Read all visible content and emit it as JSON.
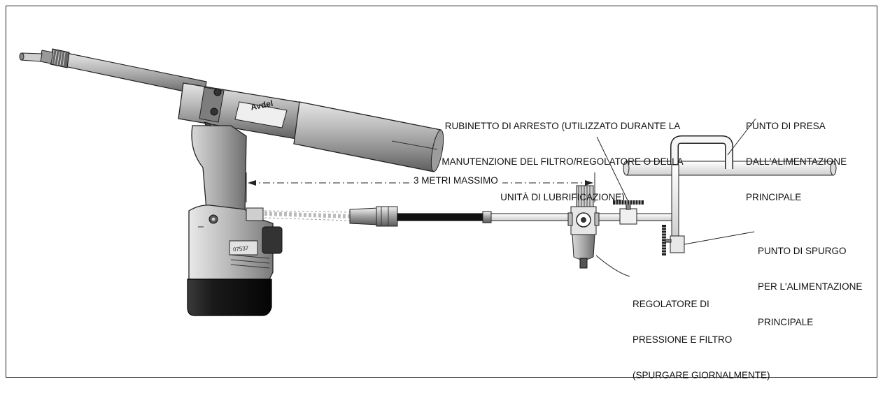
{
  "labels": {
    "shutoff_valve": [
      "RUBINETTO DI ARRESTO (UTILIZZATO DURANTE LA",
      "MANUTENZIONE DEL FILTRO/REGOLATORE O DELLA",
      "UNITÀ DI LUBRIFICAZIONE)"
    ],
    "take_off": [
      "PUNTO DI PRESA",
      "DALL'ALIMENTAZIONE",
      "PRINCIPALE"
    ],
    "max_distance": "3 METRI MASSIMO",
    "drain_point": [
      "PUNTO DI SPURGO",
      "PER L'ALIMENTAZIONE",
      "PRINCIPALE"
    ],
    "regulator": [
      "REGOLATORE DI",
      "PRESSIONE E FILTRO",
      "(SPURGARE GIORNALMENTE)"
    ]
  },
  "tool": {
    "brand": "Avdel",
    "serial": "07537"
  }
}
